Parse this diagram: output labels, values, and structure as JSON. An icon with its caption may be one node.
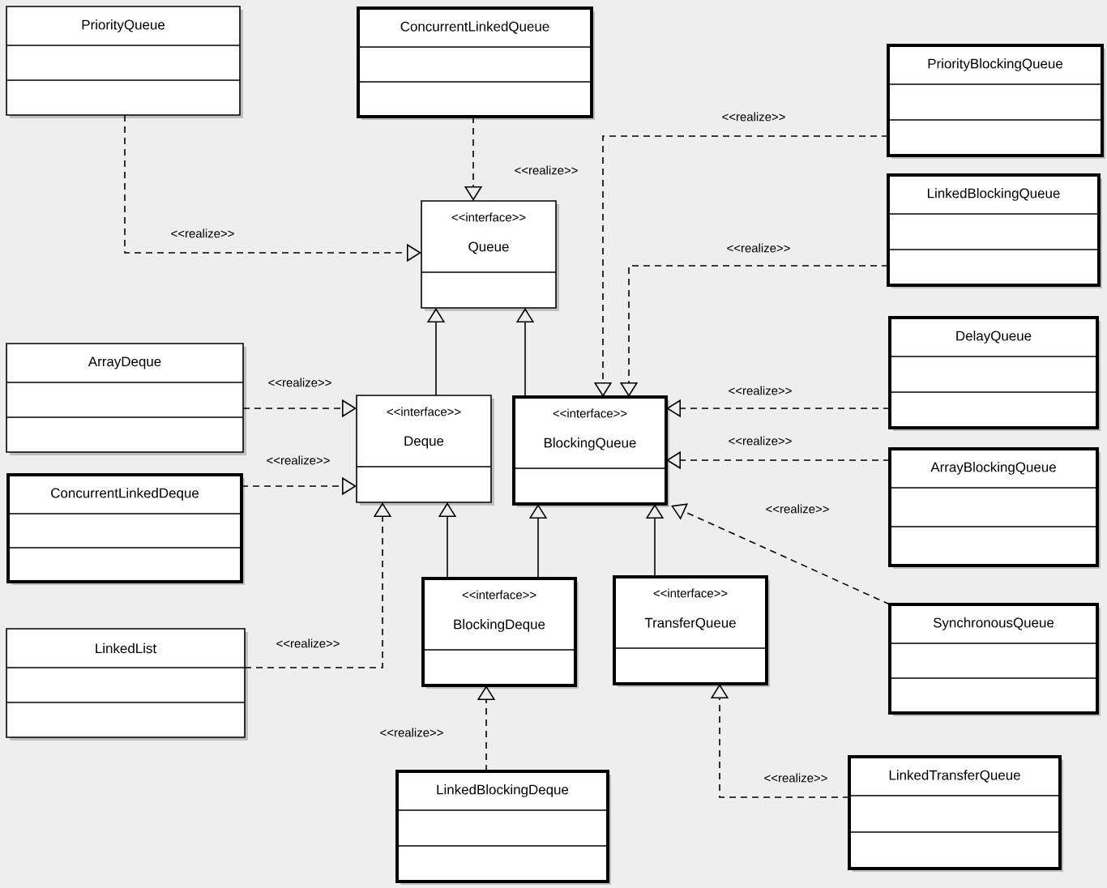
{
  "diagram": {
    "nodes": [
      {
        "text": [
          "PriorityQueue"
        ]
      },
      {
        "text": [
          "ConcurrentLinkedQueue"
        ]
      },
      {
        "text": [
          "<<interface>>",
          "Queue"
        ]
      },
      {
        "text": [
          "PriorityBlockingQueue"
        ]
      },
      {
        "text": [
          "LinkedBlockingQueue"
        ]
      },
      {
        "text": [
          "ArrayDeque"
        ]
      },
      {
        "text": [
          "<<interface>>",
          "Deque"
        ]
      },
      {
        "text": [
          "<<interface>>",
          "BlockingQueue"
        ]
      },
      {
        "text": [
          "DelayQueue"
        ]
      },
      {
        "text": [
          "ConcurrentLinkedDeque"
        ]
      },
      {
        "text": [
          "ArrayBlockingQueue"
        ]
      },
      {
        "text": [
          "<<interface>>",
          "BlockingDeque"
        ]
      },
      {
        "text": [
          "<<interface>>",
          "TransferQueue"
        ]
      },
      {
        "text": [
          "SynchronousQueue"
        ]
      },
      {
        "text": [
          "LinkedList"
        ]
      },
      {
        "text": [
          "LinkedBlockingDeque"
        ]
      },
      {
        "text": [
          "LinkedTransferQueue"
        ]
      }
    ],
    "edges": [
      {
        "from": 0,
        "to": 2,
        "arrow": "to",
        "style": "dashed",
        "label": "<<realize>>"
      },
      {
        "from": 1,
        "to": 2,
        "arrow": "to",
        "style": "dashed",
        "label": "<<realize>>"
      },
      {
        "from": 3,
        "to": 7,
        "arrow": "to",
        "style": "dashed",
        "label": "<<realize>>"
      },
      {
        "from": 4,
        "to": 7,
        "arrow": "to",
        "style": "dashed",
        "label": "<<realize>>"
      },
      {
        "from": 6,
        "to": 2,
        "arrow": "to"
      },
      {
        "from": 7,
        "to": 2,
        "arrow": "to"
      },
      {
        "from": 5,
        "to": 6,
        "arrow": "to",
        "style": "dashed",
        "label": "<<realize>>"
      },
      {
        "from": 8,
        "to": 7,
        "arrow": "to",
        "style": "dashed",
        "label": "<<realize>>"
      },
      {
        "from": 9,
        "to": 6,
        "arrow": "to",
        "style": "dashed",
        "label": "<<realize>>"
      },
      {
        "from": 10,
        "to": 7,
        "arrow": "to",
        "style": "dashed",
        "label": "<<realize>>"
      },
      {
        "from": 14,
        "to": 6,
        "arrow": "to",
        "style": "dashed",
        "label": "<<realize>>"
      },
      {
        "from": 11,
        "to": 6,
        "arrow": "to"
      },
      {
        "from": 11,
        "to": 7,
        "arrow": "to"
      },
      {
        "from": 12,
        "to": 7,
        "arrow": "to"
      },
      {
        "from": 13,
        "to": 7,
        "arrow": "to",
        "style": "dashed",
        "label": "<<realize>>"
      },
      {
        "from": 15,
        "to": 11,
        "arrow": "to",
        "style": "dashed",
        "label": "<<realize>>"
      },
      {
        "from": 16,
        "to": 12,
        "arrow": "to",
        "style": "dashed",
        "label": "<<realize>>"
      }
    ]
  }
}
